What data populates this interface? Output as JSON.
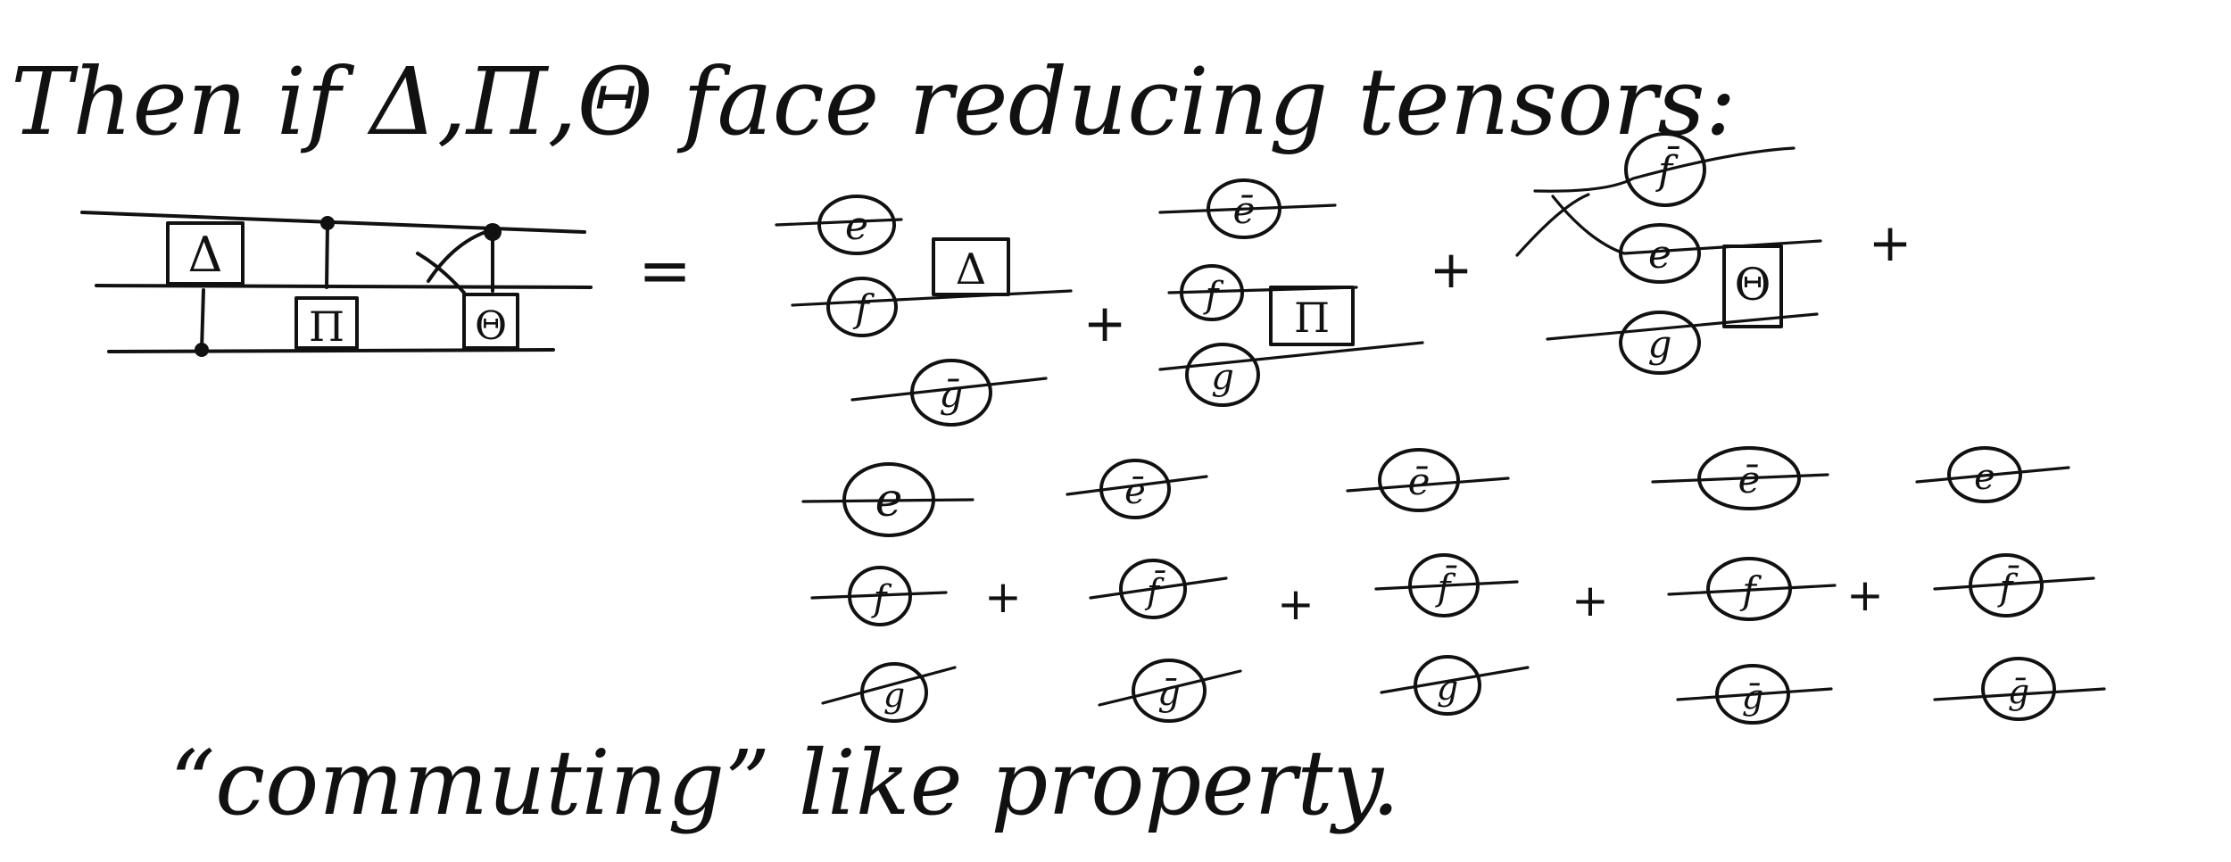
{
  "heading": "Then if Δ,Π,Θ face reducing tensors:",
  "footer": "“commuting” like property.",
  "equals_sign": "=",
  "plus_sign": "+",
  "gates": {
    "delta": "Δ",
    "pi": "Π",
    "theta": "Θ"
  },
  "terms_row1": [
    {
      "wires": [
        "e",
        "f",
        "ḡ"
      ],
      "gate": "Δ"
    },
    {
      "wires": [
        "ē",
        "f",
        "g"
      ],
      "gate": "Π"
    },
    {
      "wires": [
        "f̄",
        "e",
        "g"
      ],
      "gate": "Θ"
    }
  ],
  "terms_row2": [
    {
      "wires": [
        "e",
        "f",
        "g"
      ]
    },
    {
      "wires": [
        "ē",
        "f̄",
        "ḡ"
      ]
    },
    {
      "wires": [
        "ē",
        "f̄",
        "g"
      ]
    },
    {
      "wires": [
        "ē",
        "f",
        "ḡ"
      ]
    },
    {
      "wires": [
        "e",
        "f̄",
        "ḡ"
      ]
    }
  ]
}
